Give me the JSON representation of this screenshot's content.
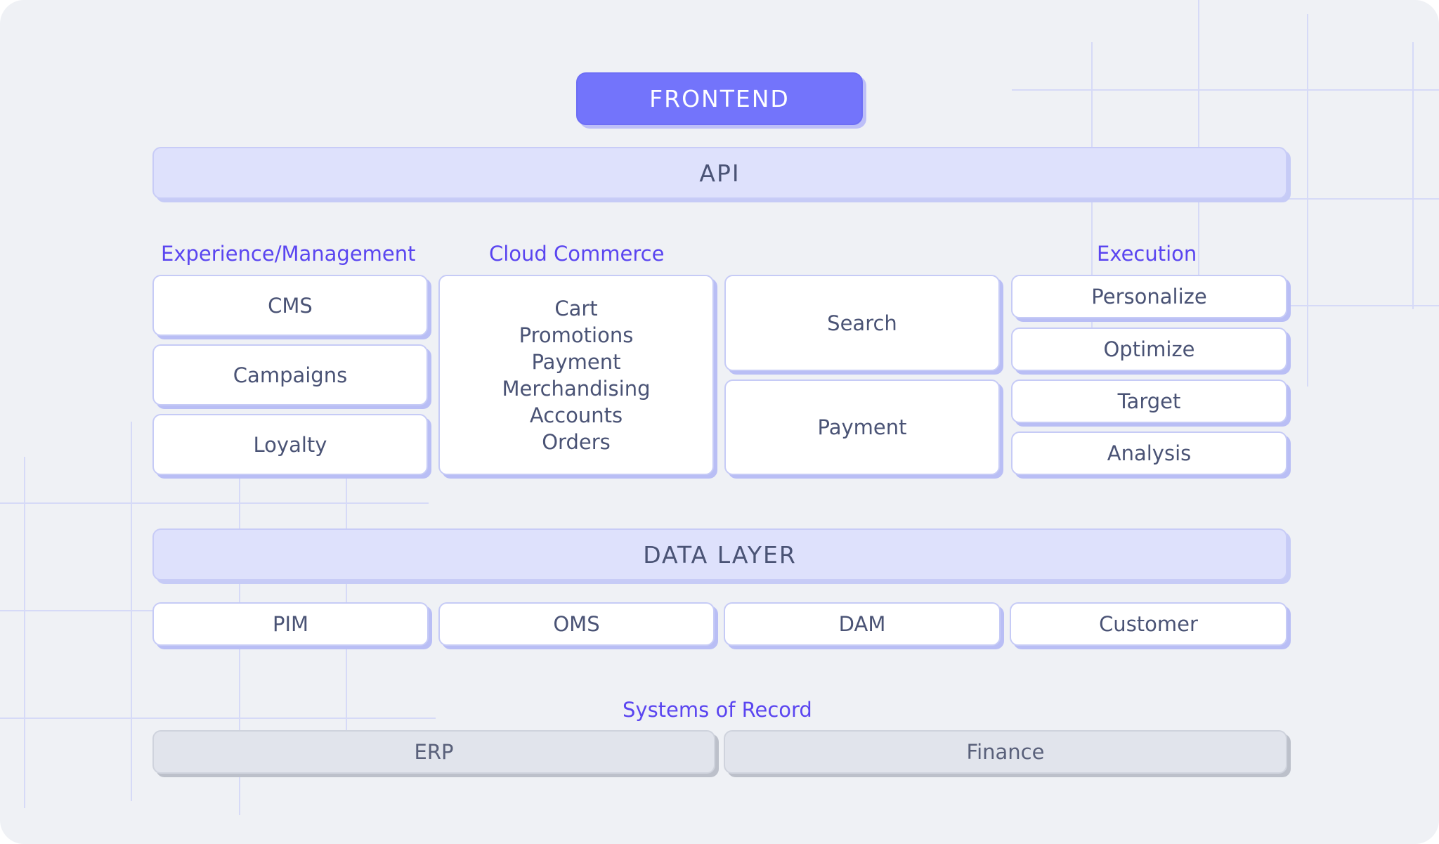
{
  "frontend": "FRONTEND",
  "api": "API",
  "sections": {
    "experience": "Experience/Management",
    "cloud_commerce": "Cloud Commerce",
    "execution": "Execution",
    "systems_of_record": "Systems of Record"
  },
  "experience_items": [
    "CMS",
    "Campaigns",
    "Loyalty"
  ],
  "commerce_items": [
    "Cart",
    "Promotions",
    "Payment",
    "Merchandising",
    "Accounts",
    "Orders"
  ],
  "search": "Search",
  "payment": "Payment",
  "execution_items": [
    "Personalize",
    "Optimize",
    "Target",
    "Analysis"
  ],
  "data_layer": "DATA LAYER",
  "data_items": [
    "PIM",
    "OMS",
    "DAM",
    "Customer"
  ],
  "records": [
    "ERP",
    "Finance"
  ],
  "colors": {
    "accent": "#7374fb",
    "section_label": "#5a45f0",
    "band": "#dee1fc",
    "card_shadow": "#b9bef5",
    "record": "#e1e4ec"
  }
}
